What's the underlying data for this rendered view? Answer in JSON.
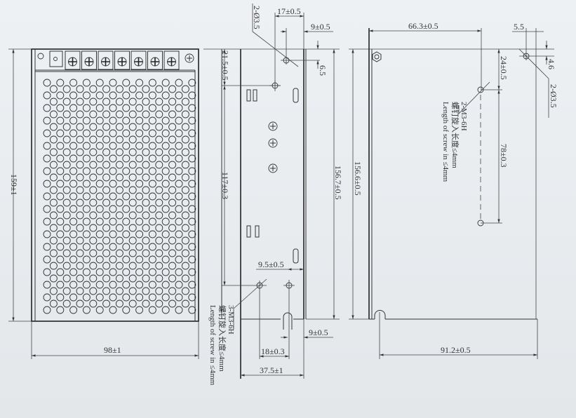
{
  "front_view": {
    "height_dim": "159±1",
    "width_dim": "98±1",
    "terminal_count": 7
  },
  "side_view": {
    "hole_callout": "2-Ø3.5",
    "dim_17": "17±0.5",
    "dim_9_top": "9±0.5",
    "dim_6_5": "6.5",
    "dim_21_5": "21.5±0.5",
    "dim_117": "117±0.3",
    "dim_156_7": "156.7±0.5",
    "dim_9_5": "9.5±0.5",
    "thread_callout": "3-M3-6H",
    "screw_note_cn": "螺钉旋入长度≤4mm",
    "screw_note_en": "Length of screw in ≤4mm",
    "dim_9_bottom": "9±0.5",
    "dim_18": "18±0.3",
    "dim_37_5": "37.5±1"
  },
  "right_view": {
    "dim_66_3": "66.3±0.5",
    "dim_156_6": "156.6±0.5",
    "dim_24": "24±0.5",
    "thread_callout": "2-M3-6H",
    "screw_note_cn": "螺钉旋入长度≤4mm",
    "screw_note_en": "Length of screw in ≤4mm",
    "dim_78": "78±0.3",
    "dim_5_5": "5.5",
    "dim_4_6": "4.6",
    "hole_callout": "2-Ø3.5",
    "dim_91_2": "91.2±0.5"
  }
}
